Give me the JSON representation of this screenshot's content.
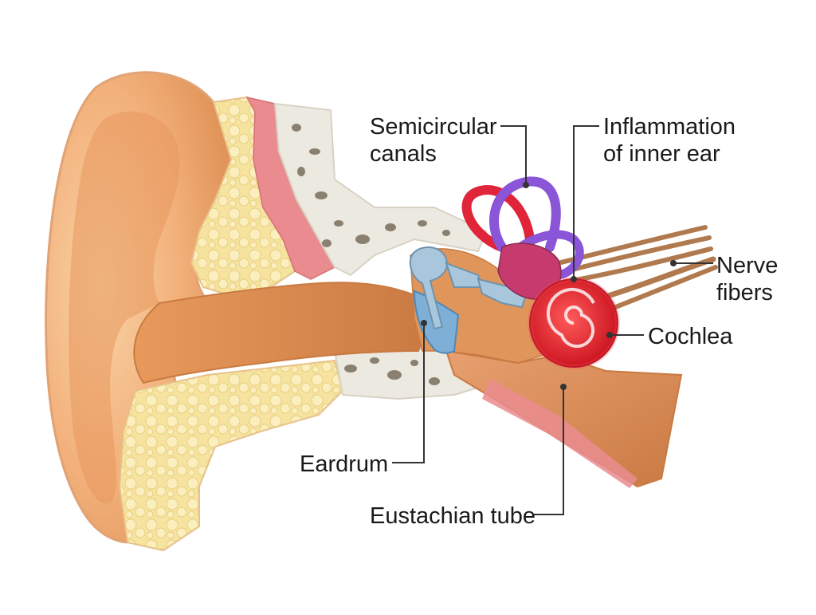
{
  "diagram": {
    "labels": {
      "semicircular_canals": [
        "Semicircular",
        "canals"
      ],
      "inflammation": [
        "Inflammation",
        "of inner ear"
      ],
      "nerve_fibers": [
        "Nerve",
        "fibers"
      ],
      "cochlea": "Cochlea",
      "eardrum": "Eardrum",
      "eustachian_tube": "Eustachian tube"
    },
    "colors": {
      "skin": "#f2b07a",
      "skin_light": "#f8cf9f",
      "skin_dark": "#d98a4e",
      "canal": "#e89a5c",
      "bone": "#ece9e1",
      "bone_holes": "#8a8070",
      "fat": "#f6e3a0",
      "muscle": "#ea8c8f",
      "ossicle": "#a9c7dc",
      "eardrum": "#7eafd6",
      "canal_purple": "#8a55d6",
      "canal_red": "#e0243a",
      "cochlea": "#e81f2a",
      "nerve": "#b07a4e",
      "line": "#333333"
    }
  }
}
